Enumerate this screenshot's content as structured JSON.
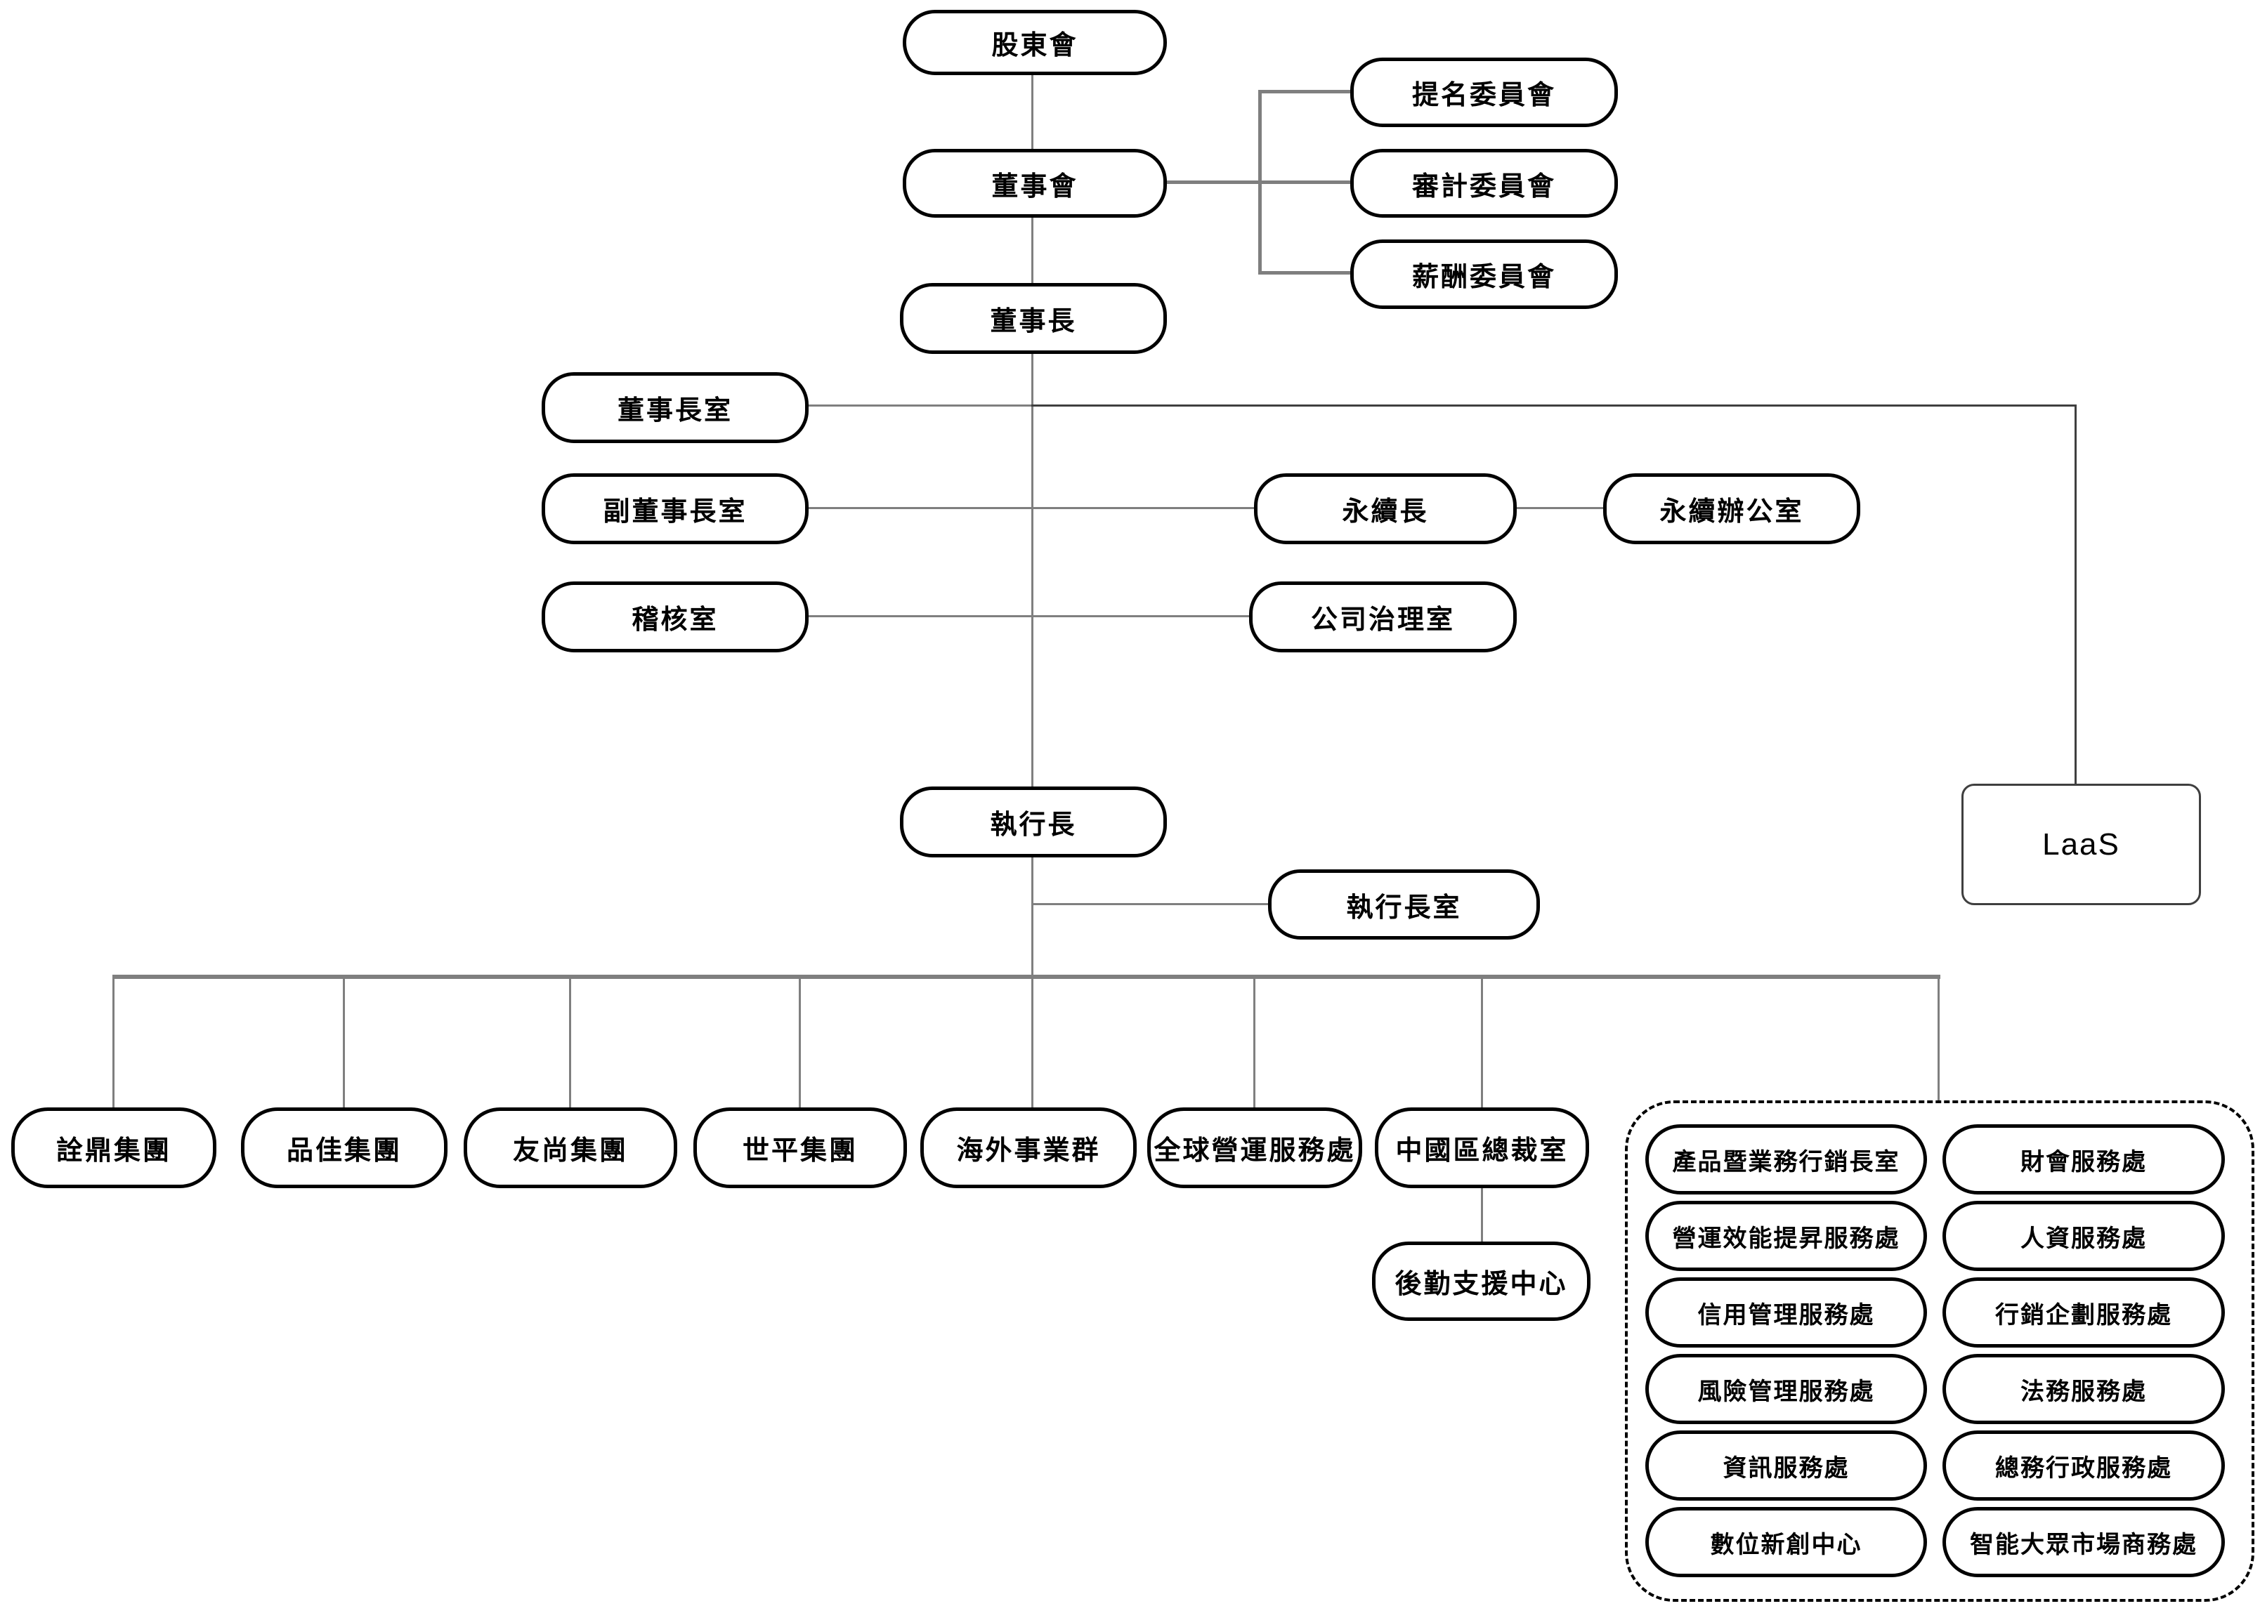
{
  "diagram": {
    "type": "org-chart",
    "background": "#ffffff",
    "colors": {
      "box_border": "#000000",
      "text": "#000000",
      "connector": "#7f7f7f",
      "connector_dark": "#3f3f3f",
      "dashed_border": "#000000"
    },
    "labels": {
      "shareholders": "股東會",
      "board": "董事會",
      "chairman": "董事長",
      "nomination_committee": "提名委員會",
      "audit_committee": "審計委員會",
      "compensation_committee": "薪酬委員會",
      "chairman_office": "董事長室",
      "vice_chairman_office": "副董事長室",
      "audit_office": "稽核室",
      "cso": "永續長",
      "sustainability_office": "永續辦公室",
      "governance_office": "公司治理室",
      "ceo": "執行長",
      "ceo_office": "執行長室",
      "laas": "LaaS",
      "quanding_group": "詮鼎集團",
      "pinjia_group": "品佳集團",
      "youshang_group": "友尚集團",
      "shiping_group": "世平集團",
      "overseas_bg": "海外事業群",
      "global_ops": "全球營運服務處",
      "china_president_office": "中國區總裁室",
      "logistics_center": "後勤支援中心",
      "product_marketing_office": "產品暨業務行銷長室",
      "finance_dept": "財會服務處",
      "ops_efficiency_dept": "營運效能提昇服務處",
      "hr_dept": "人資服務處",
      "credit_dept": "信用管理服務處",
      "marketing_planning_dept": "行銷企劃服務處",
      "risk_dept": "風險管理服務處",
      "legal_dept": "法務服務處",
      "it_dept": "資訊服務處",
      "general_admin_dept": "總務行政服務處",
      "digital_innovation_center": "數位新創中心",
      "smart_mass_market_dept": "智能大眾市場商務處"
    },
    "edges": [
      [
        "shareholders",
        "board"
      ],
      [
        "board",
        "chairman"
      ],
      [
        "board",
        "nomination_committee"
      ],
      [
        "board",
        "audit_committee"
      ],
      [
        "board",
        "compensation_committee"
      ],
      [
        "chairman",
        "chairman_office"
      ],
      [
        "chairman",
        "vice_chairman_office"
      ],
      [
        "chairman",
        "audit_office"
      ],
      [
        "chairman",
        "laas"
      ],
      [
        "vice_chairman_office",
        "cso"
      ],
      [
        "cso",
        "sustainability_office"
      ],
      [
        "audit_office",
        "governance_office"
      ],
      [
        "chairman",
        "ceo"
      ],
      [
        "ceo",
        "ceo_office"
      ],
      [
        "ceo",
        "quanding_group"
      ],
      [
        "ceo",
        "pinjia_group"
      ],
      [
        "ceo",
        "youshang_group"
      ],
      [
        "ceo",
        "shiping_group"
      ],
      [
        "ceo",
        "overseas_bg"
      ],
      [
        "ceo",
        "global_ops"
      ],
      [
        "ceo",
        "china_president_office"
      ],
      [
        "ceo",
        "dashed_group"
      ],
      [
        "china_president_office",
        "logistics_center"
      ]
    ]
  }
}
